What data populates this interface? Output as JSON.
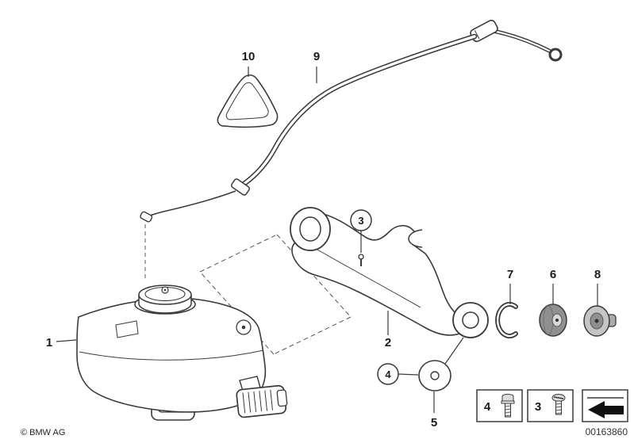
{
  "footer": {
    "copyright": "© BMW AG",
    "part_number": "00163860"
  },
  "callouts": {
    "1": "1",
    "2": "2",
    "3": "3",
    "4": "4",
    "5": "5",
    "6": "6",
    "7": "7",
    "8": "8",
    "9": "9",
    "10": "10"
  },
  "legend": {
    "bolt_item": "4",
    "screw_item": "3"
  },
  "colors": {
    "line": "#3a3a3a",
    "background": "#ffffff",
    "grommet_dark": "#909090",
    "grommet_light": "#c4c4c4"
  }
}
